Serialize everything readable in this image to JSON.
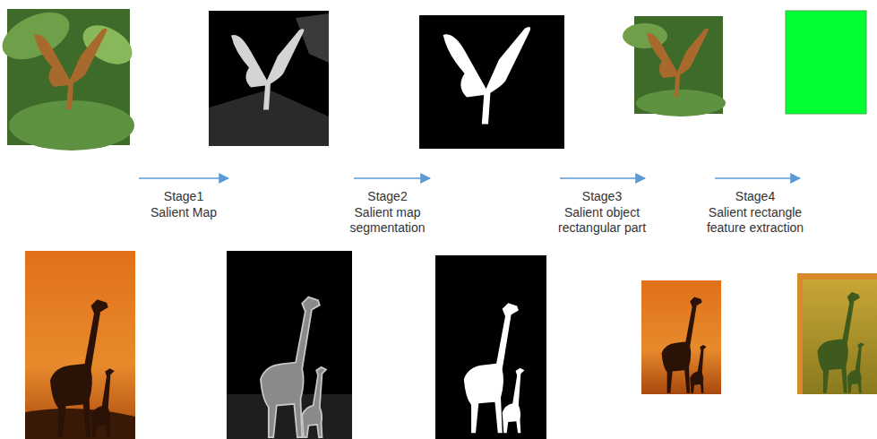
{
  "diagram": {
    "labels": [
      "Stage1",
      "Salient Map",
      "Stage2",
      "Salient map segmentation",
      "Stage3",
      "Salient object rectangular part",
      "Stage4",
      "Salient rectangle feature extraction"
    ]
  }
}
